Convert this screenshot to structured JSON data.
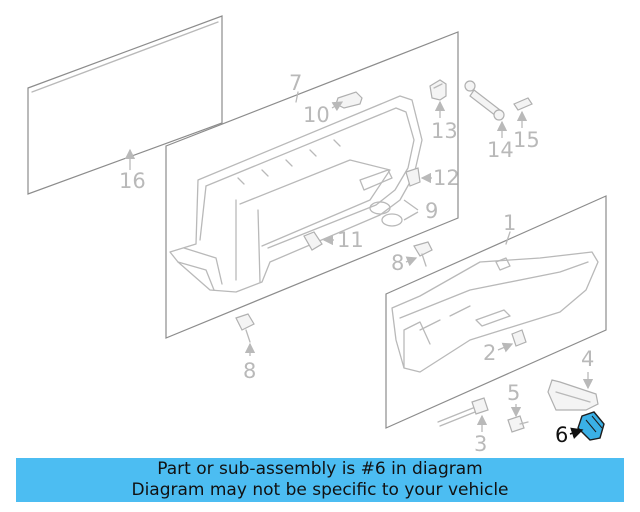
{
  "callouts": {
    "c1": "1",
    "c2": "2",
    "c3": "3",
    "c4": "4",
    "c5": "5",
    "c6": "6",
    "c7": "7",
    "c8a": "8",
    "c8b": "8",
    "c9": "9",
    "c10": "10",
    "c11": "11",
    "c12": "12",
    "c13": "13",
    "c14": "14",
    "c15": "15",
    "c16": "16"
  },
  "highlighted_part": "6",
  "colors": {
    "banner_bg": "#4cbdf2",
    "highlight_part": "#3ab0e6",
    "line": "#b9b9b9"
  },
  "banner": {
    "line1": "Part or sub-assembly is #6 in diagram",
    "line2": "Diagram may not be specific to your vehicle"
  }
}
